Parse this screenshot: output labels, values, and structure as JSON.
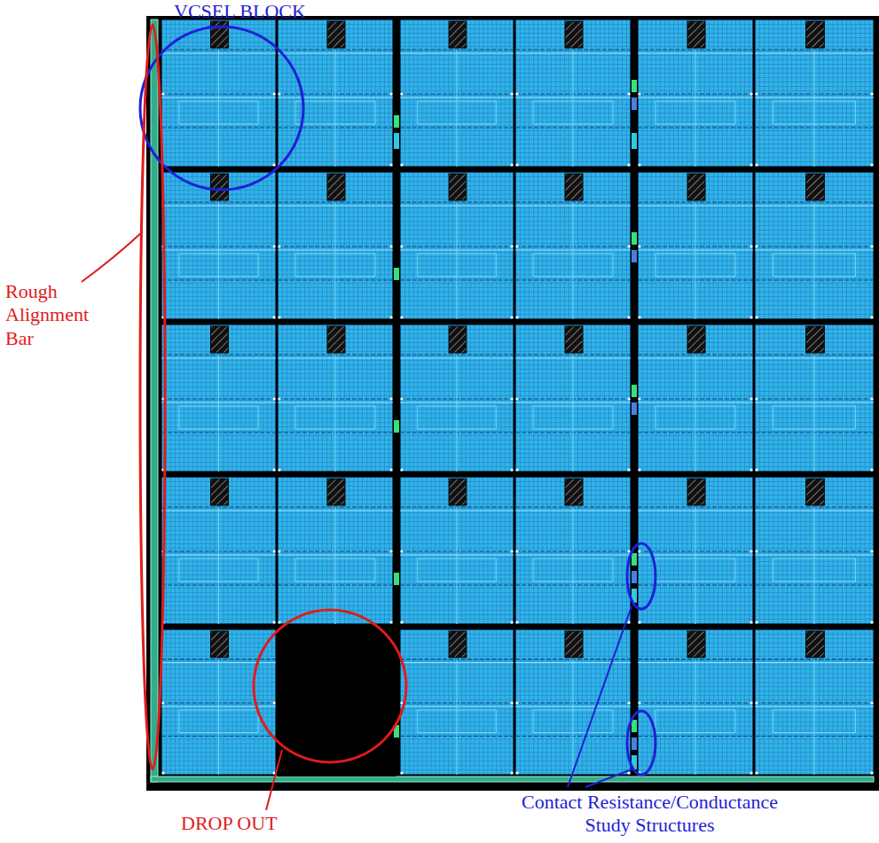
{
  "diagram": {
    "labels": [
      "VCSEL BLOCK",
      "Rough Alignment Bar",
      "DROP OUT",
      "Contact Resistance/Conductance Study Structures"
    ]
  }
}
